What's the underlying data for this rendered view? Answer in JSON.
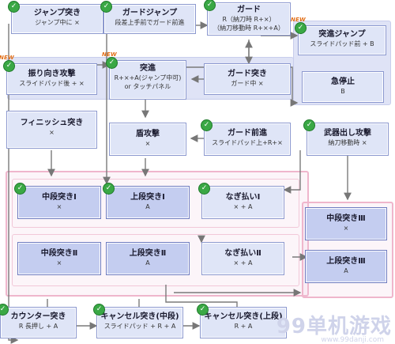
{
  "badge_new": "NEW",
  "watermark": {
    "main": "99单机游戏",
    "sub": "www.99danji.com"
  },
  "nodes": {
    "jump_attack": {
      "title": "ジャンプ突き",
      "sub": "ジャンプ中に ×"
    },
    "guard_jump": {
      "title": "ガードジャンプ",
      "sub": "段差上手前でガード前進"
    },
    "guard": {
      "title": "ガード",
      "sub": "R（納刀時 R+×）",
      "sub2": "（納刀移動時 R+×+A）"
    },
    "advance_jump": {
      "title": "突進ジャンプ",
      "sub": "スライドパッド前 + B"
    },
    "turn_attack": {
      "title": "振り向き攻撃",
      "sub": "スライドパッド後 + ×"
    },
    "charge": {
      "title": "突進",
      "sub": "R+×+A(ジャンプ中可)",
      "sub2": "or タッチパネル"
    },
    "guard_thrust": {
      "title": "ガード突き",
      "sub": "ガード中 ×"
    },
    "sudden_stop": {
      "title": "急停止",
      "sub": "B"
    },
    "finish_thrust": {
      "title": "フィニッシュ突き",
      "sub": "×"
    },
    "shield_bash": {
      "title": "盾攻撃",
      "sub": "×"
    },
    "guard_advance": {
      "title": "ガード前進",
      "sub": "スライドパッド上+R+×"
    },
    "draw_attack": {
      "title": "武器出し攻撃",
      "sub": "納刀移動時 ×"
    },
    "mid_thrust_1": {
      "title": "中段突きⅠ",
      "sub": "×"
    },
    "upper_thrust_1": {
      "title": "上段突きⅠ",
      "sub": "A"
    },
    "sweep_1": {
      "title": "なぎ払いⅠ",
      "sub": "× + A"
    },
    "mid_thrust_3": {
      "title": "中段突きⅢ",
      "sub": "×"
    },
    "mid_thrust_2": {
      "title": "中段突きⅡ",
      "sub": "×"
    },
    "upper_thrust_2": {
      "title": "上段突きⅡ",
      "sub": "A"
    },
    "sweep_2": {
      "title": "なぎ払いⅡ",
      "sub": "× + A"
    },
    "upper_thrust_3": {
      "title": "上段突きⅢ",
      "sub": "A"
    },
    "counter_thrust": {
      "title": "カウンター突き",
      "sub": "R 長押し + A"
    },
    "cancel_thrust_mid": {
      "title": "キャンセル突き(中段)",
      "sub": "スライドパッド + R + A"
    },
    "cancel_thrust_up": {
      "title": "キャンセル突き(上段)",
      "sub": "R + A"
    }
  }
}
